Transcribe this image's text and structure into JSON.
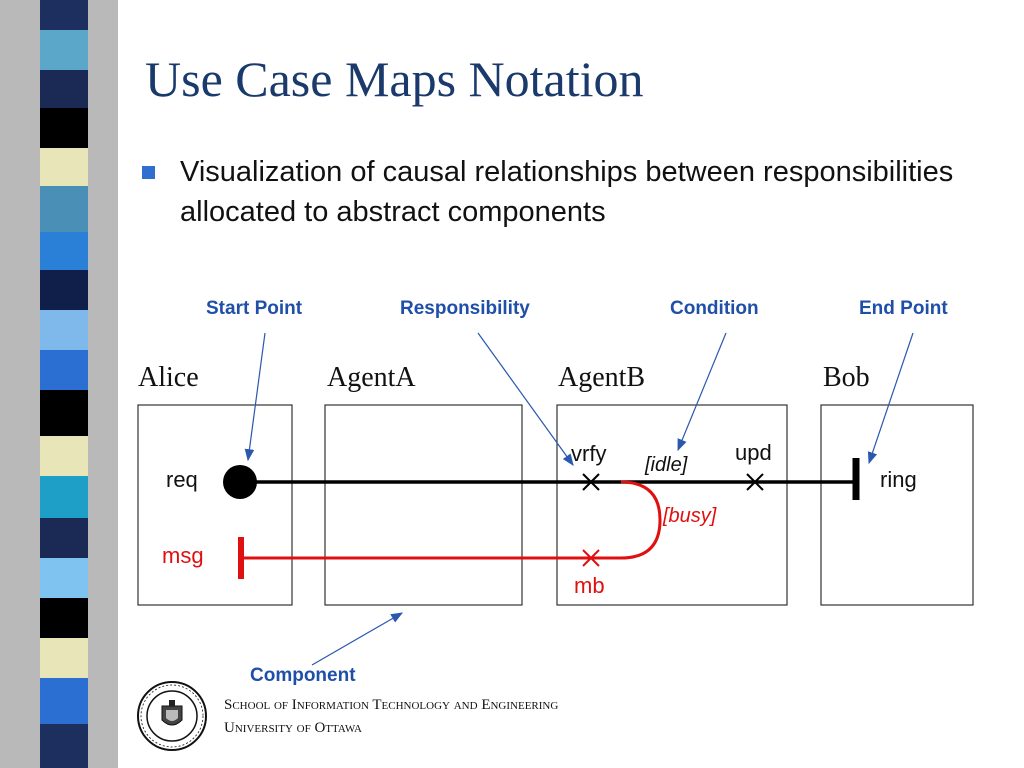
{
  "slide": {
    "title": "Use Case Maps Notation",
    "bullet": "Visualization of causal relationships between responsibilities allocated to abstract components"
  },
  "callouts": {
    "start_point": "Start Point",
    "responsibility": "Responsibility",
    "condition": "Condition",
    "end_point": "End Point",
    "component": "Component"
  },
  "components": [
    "Alice",
    "AgentA",
    "AgentB",
    "Bob"
  ],
  "labels": {
    "req": "req",
    "msg": "msg",
    "vrfy": "vrfy",
    "idle": "[idle]",
    "upd": "upd",
    "busy": "[busy]",
    "mb": "mb",
    "ring": "ring"
  },
  "footer": {
    "line1": "School of Information Technology and Engineering",
    "line2": "University of Ottawa"
  },
  "colors": {
    "title": "#1a3a6b",
    "callout": "#1f4fa8",
    "path_black": "#000000",
    "path_red": "#e01010",
    "bullet": "#2f6fd0"
  },
  "icons": {
    "bullet": "square-bullet-icon",
    "logo": "university-seal-icon"
  }
}
